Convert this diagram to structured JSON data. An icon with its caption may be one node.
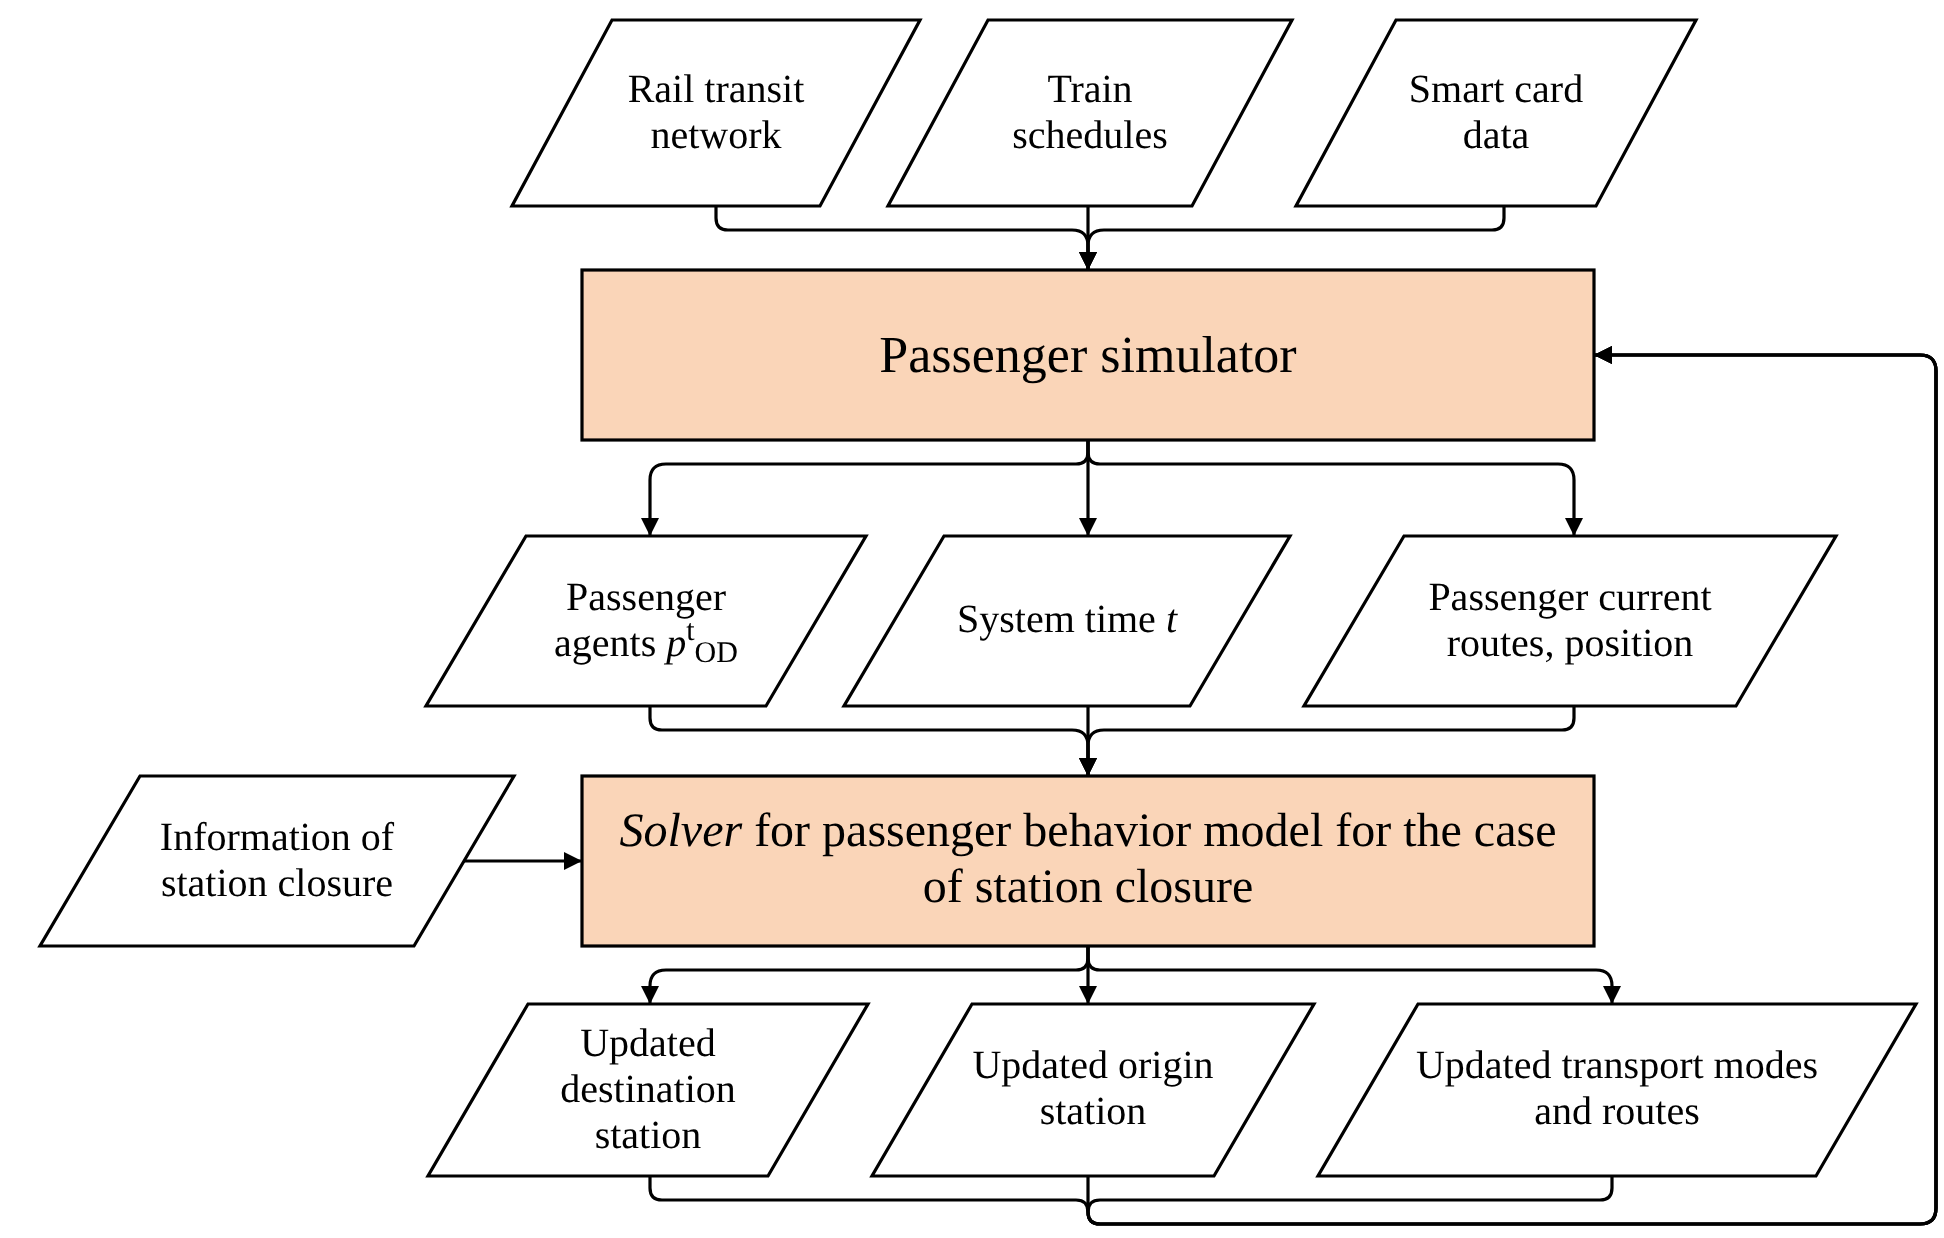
{
  "diagram": {
    "nodes": [
      {
        "text": [
          "Rail transit network"
        ]
      },
      {
        "text": [
          "Train schedules"
        ]
      },
      {
        "text": [
          "Smart card data"
        ]
      },
      {
        "text": [
          "Passenger simulator"
        ]
      },
      {
        "text": [
          "Passenger agents *p*$^{t}$$_{OD}$"
        ]
      },
      {
        "text": [
          "System time *t*"
        ]
      },
      {
        "text": [
          "Passenger current routes, position"
        ]
      },
      {
        "text": [
          "Information of station closure"
        ]
      },
      {
        "text": [
          "*Solver* for passenger behavior model for the case of station closure"
        ]
      },
      {
        "text": [
          "Updated destination station"
        ]
      },
      {
        "text": [
          "Updated origin station"
        ]
      },
      {
        "text": [
          "Updated transport modes and routes"
        ]
      }
    ],
    "edges": [
      {
        "from": 0,
        "to": 3,
        "arrow": "to"
      },
      {
        "from": 1,
        "to": 3,
        "arrow": "to"
      },
      {
        "from": 2,
        "to": 3,
        "arrow": "to"
      },
      {
        "from": 3,
        "to": 4,
        "arrow": "to"
      },
      {
        "from": 3,
        "to": 5,
        "arrow": "to"
      },
      {
        "from": 3,
        "to": 6,
        "arrow": "to"
      },
      {
        "from": 4,
        "to": 8,
        "arrow": "to"
      },
      {
        "from": 5,
        "to": 8,
        "arrow": "to"
      },
      {
        "from": 6,
        "to": 8,
        "arrow": "to"
      },
      {
        "from": 7,
        "to": 8,
        "arrow": "to"
      },
      {
        "from": 8,
        "to": 9,
        "arrow": "to"
      },
      {
        "from": 8,
        "to": 10,
        "arrow": "to"
      },
      {
        "from": 8,
        "to": 11,
        "arrow": "to"
      },
      {
        "from": 9,
        "to": 3,
        "arrow": "to"
      },
      {
        "from": 10,
        "to": 3,
        "arrow": "to"
      },
      {
        "from": 11,
        "to": 3,
        "arrow": "to"
      }
    ]
  }
}
